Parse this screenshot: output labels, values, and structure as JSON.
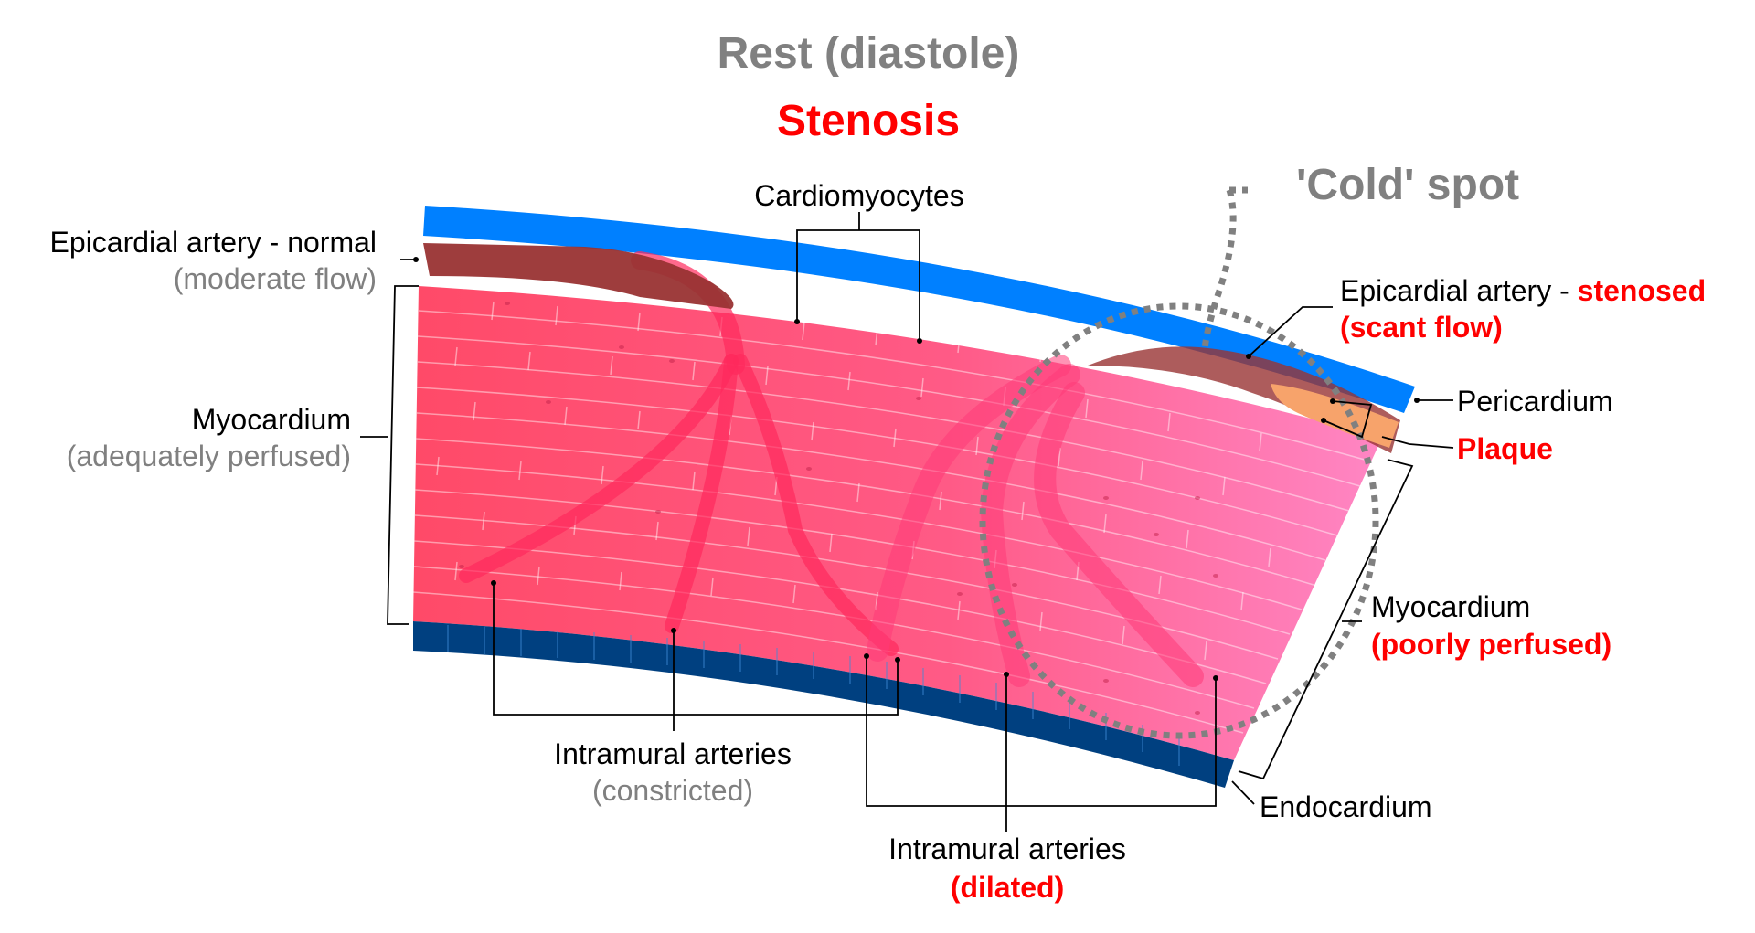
{
  "title": {
    "text": "Rest (diastole)",
    "color": "#808080"
  },
  "subtitle": {
    "text": "Stenosis",
    "color": "#ff0000"
  },
  "cold_spot": {
    "text": "'Cold' spot",
    "color": "#808080"
  },
  "colors": {
    "accent_red": "#ff0000",
    "gray_text": "#808080",
    "pericardium": "#0080ff",
    "endocardium": "#004080",
    "myocardium_normal": "#ff4d6d",
    "myocardium_poor": "#ff7fbf",
    "epicardial_artery": "#9b3b3b",
    "plaque": "#f7a36b"
  },
  "labels": {
    "cardiomyocytes": "Cardiomyocytes",
    "epi_normal": {
      "line1": "Epicardial artery - normal",
      "line2": "(moderate flow)"
    },
    "myocardium_left": {
      "line1": "Myocardium",
      "line2": "(adequately perfused)"
    },
    "epi_stenosed": {
      "line1_prefix": "Epicardial artery - ",
      "line1_red": "stenosed",
      "line2": "(scant flow)"
    },
    "pericardium": "Pericardium",
    "plaque": "Plaque",
    "myocardium_right": {
      "line1": "Myocardium",
      "line2": "(poorly perfused)"
    },
    "endocardium": "Endocardium",
    "intramural_constricted": {
      "line1": "Intramural arteries",
      "line2": "(constricted)"
    },
    "intramural_dilated": {
      "line1": "Intramural arteries",
      "line2": "(dilated)"
    }
  }
}
